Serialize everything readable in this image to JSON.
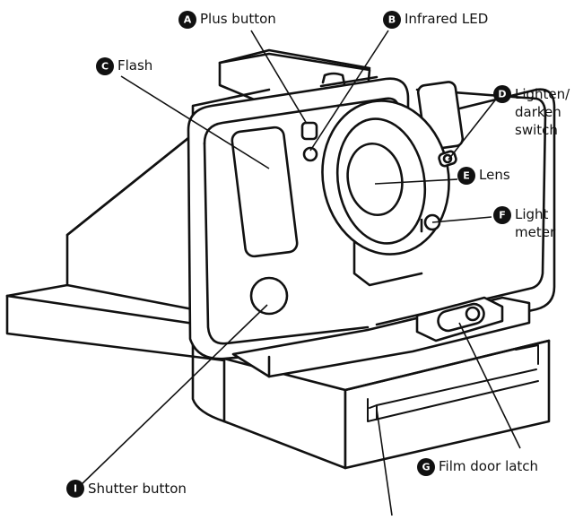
{
  "callouts": [
    {
      "letter": "A",
      "label": "Plus button"
    },
    {
      "letter": "B",
      "label": "Infrared LED"
    },
    {
      "letter": "C",
      "label": "Flash"
    },
    {
      "letter": "D",
      "label": "Lighten/ darken switch",
      "lines": [
        "Lighten/",
        "darken",
        "switch"
      ]
    },
    {
      "letter": "E",
      "label": "Lens"
    },
    {
      "letter": "F",
      "label": "Light meter",
      "lines": [
        "Light",
        "meter"
      ]
    },
    {
      "letter": "G",
      "label": "Film door latch"
    },
    {
      "letter": "I",
      "label": "Shutter button"
    }
  ]
}
